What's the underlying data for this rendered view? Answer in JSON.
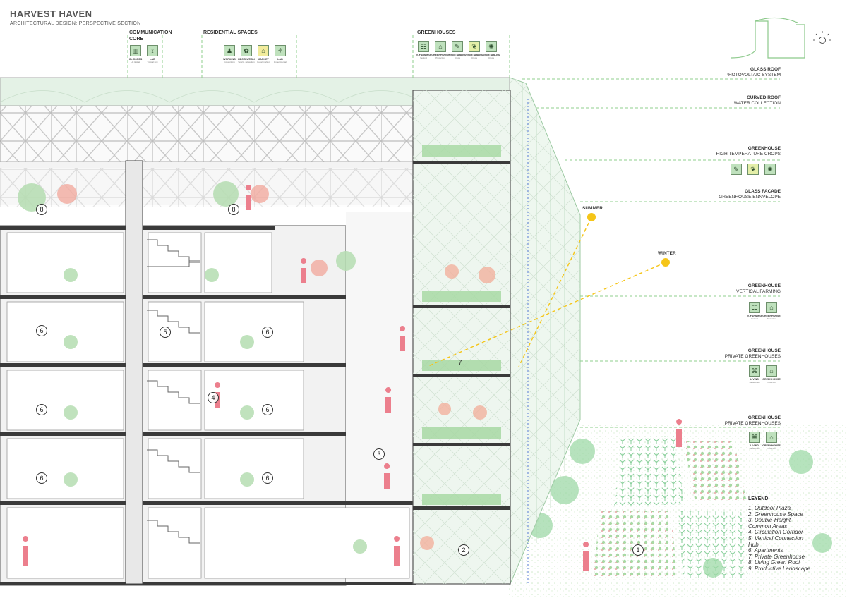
{
  "title": "HARVEST HAVEN",
  "subtitle": "ARCHITECTURAL DESIGN: PERSPECTIVE SECTION",
  "categories": [
    {
      "label": "COMMUNICATION\nCORE",
      "icons": [
        {
          "name": "elevator-icon",
          "cap": "CL CORES",
          "sub": "Lift & stair"
        },
        {
          "name": "lab-icon",
          "cap": "LAB",
          "sub": "Typical unit"
        }
      ]
    },
    {
      "label": "RESIDENTIAL SPACES",
      "icons": [
        {
          "name": "working-icon",
          "cap": "WORKING",
          "sub": "Co-working"
        },
        {
          "name": "recreation-icon",
          "cap": "RECREATION",
          "sub": "Sports, relaxation"
        },
        {
          "name": "market-icon",
          "cap": "MARKET",
          "sub": "Local market"
        },
        {
          "name": "lab-plant-icon",
          "cap": "LAB",
          "sub": "Experimental"
        }
      ]
    },
    {
      "label": "GREENHOUSES",
      "icons": [
        {
          "name": "vertical-farming-icon",
          "cap": "V. FARMING",
          "sub": "Vertical"
        },
        {
          "name": "greenhouse-icon",
          "cap": "GREENHOUSE",
          "sub": "Protection"
        },
        {
          "name": "vegetables-icon",
          "cap": "VEGETABLES",
          "sub": "Crops"
        },
        {
          "name": "vegetables-leaf-icon",
          "cap": "VEGETABLES",
          "sub": "Crops"
        },
        {
          "name": "vegetables-round-icon",
          "cap": "VEGETABLES",
          "sub": "Crops"
        }
      ]
    }
  ],
  "annotations": [
    {
      "title": "GLASS ROOF",
      "sub": "PHOTOVOLTAIC SYSTEM"
    },
    {
      "title": "CURVED ROOF",
      "sub": "WATER COLLECTION"
    },
    {
      "title": "GREENHOUSE",
      "sub": "HIGH TEMPERATURE CROPS"
    },
    {
      "title": "GLASS FACADE",
      "sub": "GREENHOUSE ENNVELOPE"
    },
    {
      "title": "GREENHOUSE",
      "sub": "VERTICAL FARMING"
    },
    {
      "title": "GREENHOUSE",
      "sub": "PRIVATE GREENHOUSES"
    },
    {
      "title": "GREENHOUSE",
      "sub": "PRIVATE GREENHOUSES"
    }
  ],
  "annotation_icons": {
    "high_temp": [
      "vegetables-icon",
      "vegetables-leaf-icon",
      "vegetables-round-icon"
    ],
    "vertical": [
      {
        "cap": "V. FARMING",
        "sub": "Vertical"
      },
      {
        "cap": "GREENHOUSE",
        "sub": "Protection"
      }
    ],
    "private1": [
      {
        "cap": "LIVING",
        "sub": "Residential"
      },
      {
        "cap": "GREENHOUSE",
        "sub": "Protection"
      }
    ],
    "private2": [
      {
        "cap": "LIVING",
        "sub": "Residential"
      },
      {
        "cap": "GREENHOUSE",
        "sub": "Protection"
      }
    ]
  },
  "sun": {
    "summer": "SUMMER",
    "winter": "WINTER"
  },
  "markers": [
    "1",
    "2",
    "3",
    "4",
    "5",
    "6",
    "6",
    "6",
    "6",
    "6",
    "6",
    "7",
    "8",
    "8"
  ],
  "legend": {
    "title": "LEYEND",
    "items": [
      "1. Outdoor Plaza",
      "2. Greenhouse Space",
      "3. Double-Height",
      "Common Areas",
      "4. Circulation Corridor",
      "5. Vertical Connection",
      "Hub",
      "6. Apartments",
      "7. Private Greenhouse",
      "8. Living Green Roof",
      "9. Productive Landscape"
    ]
  },
  "colors": {
    "accent_green": "#bfe1bd",
    "dash_green": "#8fcf8d",
    "sun_yellow": "#f5c518",
    "people_pink": "#ec7f8d"
  }
}
